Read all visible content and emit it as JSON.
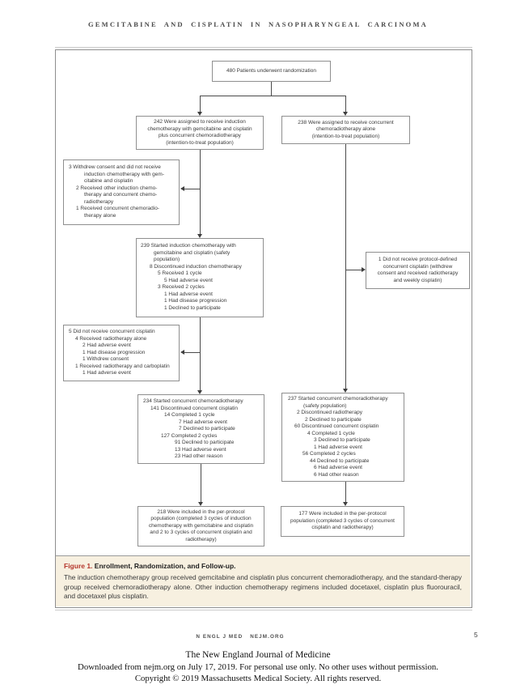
{
  "header": {
    "running_head": "GEMCITABINE AND CISPLATIN IN NASOPHARYNGEAL CARCINOMA"
  },
  "flowchart": {
    "boxes": {
      "randomization": {
        "align": "center",
        "lines": [
          {
            "t": "480 Patients underwent randomization",
            "i": 0
          }
        ]
      },
      "induction_assigned": {
        "align": "center",
        "lines": [
          {
            "t": "242 Were assigned to receive induction",
            "i": 0
          },
          {
            "t": "chemotherapy with gemcitabine and cisplatin",
            "i": 0
          },
          {
            "t": "plus concurrent chemoradiotherapy",
            "i": 0
          },
          {
            "t": "(intention-to-treat population)",
            "i": 0
          }
        ]
      },
      "crt_assigned": {
        "align": "center",
        "lines": [
          {
            "t": "238 Were assigned to receive concurrent",
            "i": 0
          },
          {
            "t": "chemoradiotherapy alone",
            "i": 0
          },
          {
            "t": "(intention-to-treat population)",
            "i": 0
          }
        ]
      },
      "withdrew_consent": {
        "align": "left",
        "lines": [
          {
            "t": "3 Withdrew consent and did not receive",
            "i": 0
          },
          {
            "t": "induction chemotherapy with gem-",
            "i": 19
          },
          {
            "t": "citabine and cisplatin",
            "i": 19
          },
          {
            "t": "2 Received other induction chemo-",
            "i": 9
          },
          {
            "t": "therapy and concurrent chemo-",
            "i": 19
          },
          {
            "t": "radiotherapy",
            "i": 19
          },
          {
            "t": "1 Received concurrent chemoradio-",
            "i": 9
          },
          {
            "t": "therapy alone",
            "i": 19
          }
        ]
      },
      "induction_started": {
        "align": "left",
        "lines": [
          {
            "t": "239 Started induction chemotherapy with",
            "i": 0
          },
          {
            "t": "gemcitabine and cisplatin (safety",
            "i": 16
          },
          {
            "t": "population)",
            "i": 16
          },
          {
            "t": "8 Discontinued induction chemotherapy",
            "i": 11
          },
          {
            "t": "5 Received 1 cycle",
            "i": 21
          },
          {
            "t": "5 Had adverse event",
            "i": 29
          },
          {
            "t": "3 Received 2 cycles",
            "i": 21
          },
          {
            "t": "1 Had adverse event",
            "i": 29
          },
          {
            "t": "1 Had disease progression",
            "i": 29
          },
          {
            "t": "1 Declined to participate",
            "i": 29
          }
        ]
      },
      "protocol_cisplatin": {
        "align": "center",
        "lines": [
          {
            "t": "1 Did not receive protocol-defined",
            "i": 0
          },
          {
            "t": "concurrent cisplatin (withdrew",
            "i": 0
          },
          {
            "t": "consent and received radiotherapy",
            "i": 0
          },
          {
            "t": "and weekly cisplatin)",
            "i": 0
          }
        ]
      },
      "no_concurrent_cisplatin": {
        "align": "left",
        "lines": [
          {
            "t": "5 Did not receive concurrent cisplatin",
            "i": 0
          },
          {
            "t": "4 Received radiotherapy alone",
            "i": 8
          },
          {
            "t": "2 Had adverse event",
            "i": 17
          },
          {
            "t": "1 Had disease progression",
            "i": 17
          },
          {
            "t": "1 Withdrew consent",
            "i": 17
          },
          {
            "t": "1 Received radiotherapy and carboplatin",
            "i": 8
          },
          {
            "t": "1 Had adverse event",
            "i": 17
          }
        ]
      },
      "crt_started_induction": {
        "align": "left",
        "lines": [
          {
            "t": "234 Started concurrent chemoradiotherapy",
            "i": 0
          },
          {
            "t": "141 Discontinued concurrent cisplatin",
            "i": 9
          },
          {
            "t": "14 Completed 1 cycle",
            "i": 26
          },
          {
            "t": "7 Had adverse event",
            "i": 44
          },
          {
            "t": "7 Declined to participate",
            "i": 44
          },
          {
            "t": "127 Completed 2 cycles",
            "i": 22
          },
          {
            "t": "91 Declined to participate",
            "i": 39
          },
          {
            "t": "13 Had adverse event",
            "i": 39
          },
          {
            "t": "23 Had other reason",
            "i": 39
          }
        ]
      },
      "crt_started_alone": {
        "align": "left",
        "lines": [
          {
            "t": "237 Started concurrent chemoradiotherapy",
            "i": 0
          },
          {
            "t": "(safety population)",
            "i": 19
          },
          {
            "t": "2 Discontinued radiotherapy",
            "i": 11
          },
          {
            "t": "2 Declined to participate",
            "i": 21
          },
          {
            "t": "60 Discontinued concurrent cisplatin",
            "i": 8
          },
          {
            "t": "4 Completed 1 cycle",
            "i": 24
          },
          {
            "t": "3 Declined to participate",
            "i": 32
          },
          {
            "t": "1 Had adverse event",
            "i": 32
          },
          {
            "t": "56 Completed 2 cycles",
            "i": 18
          },
          {
            "t": "44 Declined to participate",
            "i": 27
          },
          {
            "t": "6 Had adverse event",
            "i": 32
          },
          {
            "t": "6 Had other reason",
            "i": 32
          }
        ]
      },
      "per_protocol_induction": {
        "align": "center",
        "lines": [
          {
            "t": "218 Were included in the per-protocol",
            "i": 0
          },
          {
            "t": "population (completed 3 cycles of induction",
            "i": 0
          },
          {
            "t": "chemotherapy with gemcitabine and cisplatin",
            "i": 0
          },
          {
            "t": "and 2 to 3 cycles of concurrent cisplatin and",
            "i": 0
          },
          {
            "t": "radiotherapy)",
            "i": 0
          }
        ]
      },
      "per_protocol_alone": {
        "align": "center",
        "lines": [
          {
            "t": "177 Were included in the per-protocol",
            "i": 0
          },
          {
            "t": "population (completed 3 cycles of concurrent",
            "i": 0
          },
          {
            "t": "cisplatin and radiotherapy)",
            "i": 0
          }
        ]
      }
    }
  },
  "caption": {
    "label": "Figure 1.",
    "title": " Enrollment, Randomization, and Follow-up.",
    "body": "The induction chemotherapy group received gemcitabine and cisplatin plus concurrent chemoradiotherapy, and the standard-therapy group received chemoradiotherapy alone. Other induction chemotherapy regimens included docetaxel, cisplatin plus fluorouracil, and docetaxel plus cisplatin."
  },
  "footer": {
    "journal": "N ENGL J MED",
    "site": "NEJM.ORG",
    "page_number": "5",
    "lines": [
      "The New England Journal of Medicine",
      "Downloaded from nejm.org on July 17, 2019. For personal use only. No other uses without permission.",
      "Copyright © 2019 Massachusetts Medical Society. All rights reserved."
    ]
  },
  "colors": {
    "accent_red": "#b5362c",
    "caption_background": "#f7f0e0",
    "box_border": "#8f8f8f",
    "connector": "#4a4a4a"
  }
}
